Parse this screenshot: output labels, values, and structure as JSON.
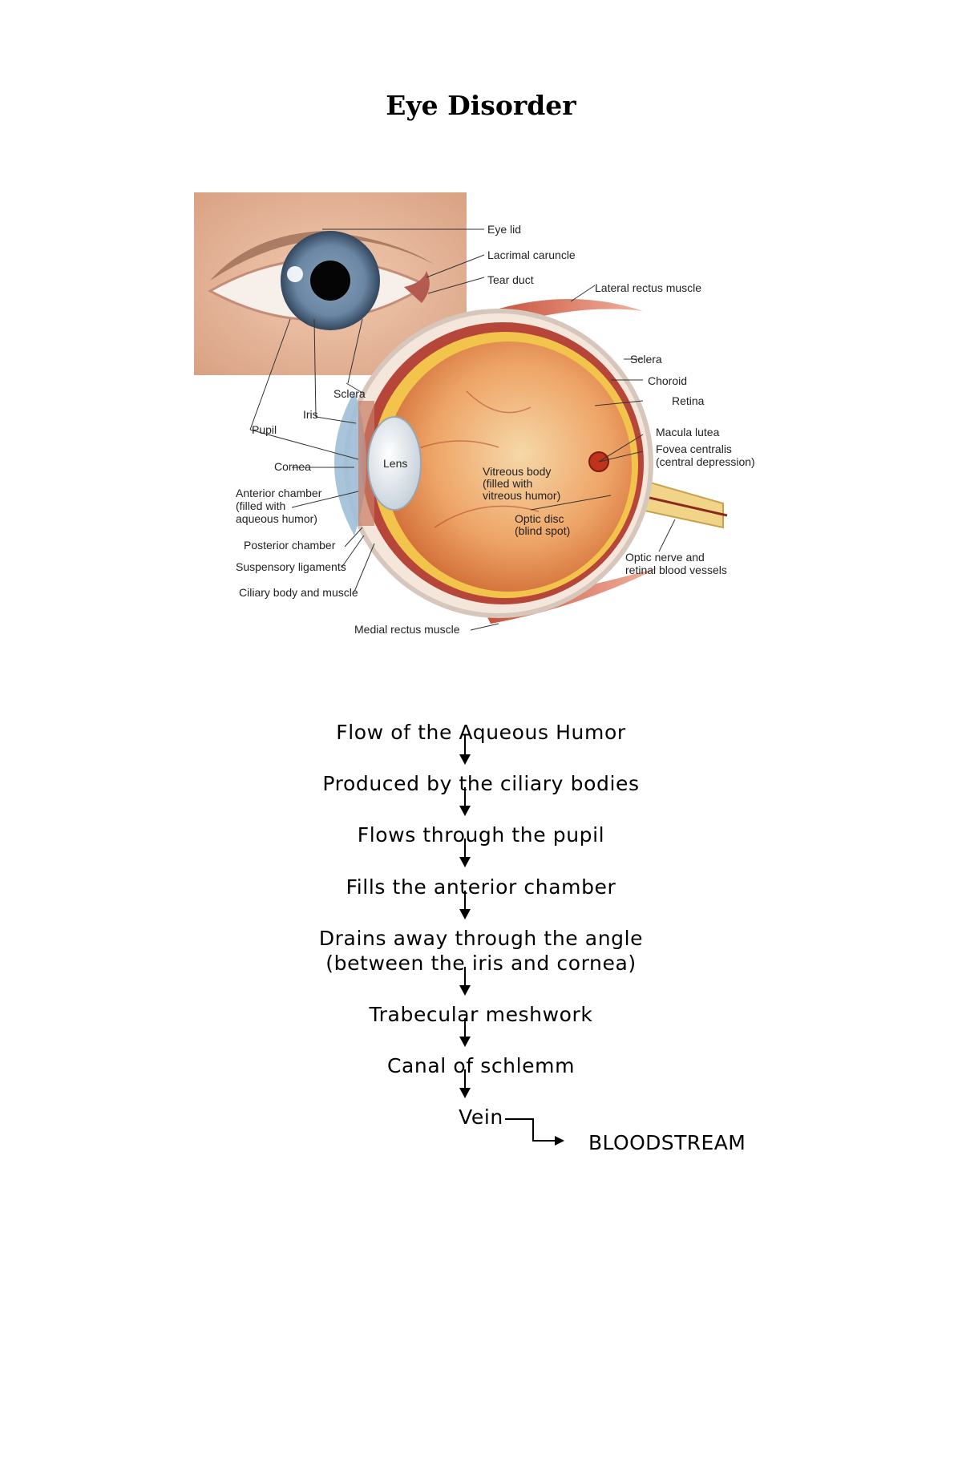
{
  "title": "Eye Disorder",
  "diagram": {
    "labels": {
      "eye_lid": "Eye lid",
      "lacrimal_caruncle": "Lacrimal caruncle",
      "tear_duct": "Tear duct",
      "lateral_rectus": "Lateral rectus muscle",
      "sclera_right": "Sclera",
      "choroid": "Choroid",
      "retina": "Retina",
      "macula": "Macula lutea",
      "fovea_1": "Fovea centralis",
      "fovea_2": "(central depression)",
      "sclera_left": "Sclera",
      "iris": "Iris",
      "pupil": "Pupil",
      "cornea": "Cornea",
      "lens": "Lens",
      "vitreous_1": "Vitreous body",
      "vitreous_2": "(filled with",
      "vitreous_3": "vitreous humor)",
      "anterior_1": "Anterior chamber",
      "anterior_2": "(filled with",
      "anterior_3": "aqueous humor)",
      "optic_disc_1": "Optic disc",
      "optic_disc_2": "(blind spot)",
      "posterior": "Posterior chamber",
      "suspensory": "Suspensory ligaments",
      "ciliary": "Ciliary body and muscle",
      "optic_nerve_1": "Optic nerve and",
      "optic_nerve_2": "retinal blood vessels",
      "medial_rectus": "Medial rectus muscle"
    }
  },
  "flow": {
    "steps": [
      "Flow of the Aqueous Humor",
      "Produced by the ciliary bodies",
      "Flows through the pupil",
      "Fills the anterior chamber",
      "Drains away through the angle",
      "(between the iris and cornea)",
      "Trabecular meshwork",
      "Canal of schlemm",
      "Vein"
    ],
    "destination": "BLOODSTREAM"
  }
}
